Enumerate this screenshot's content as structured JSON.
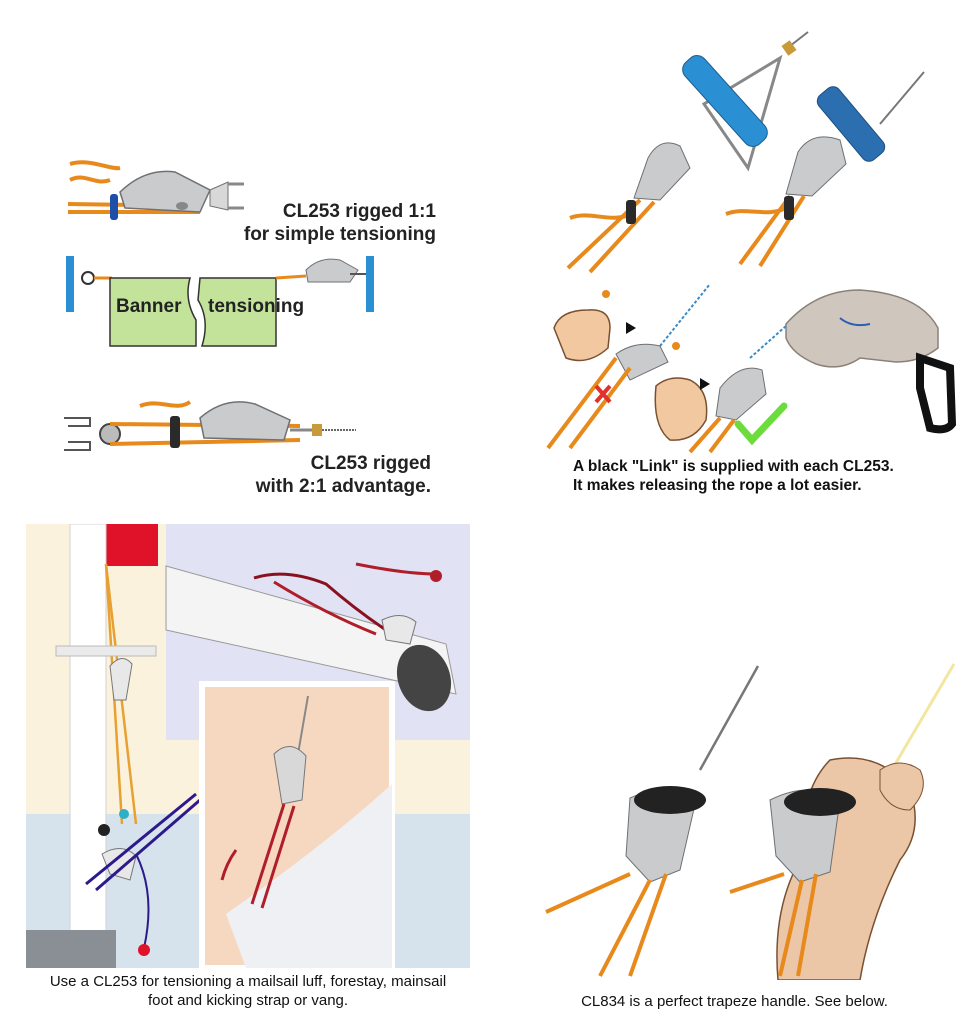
{
  "panel_top_left": {
    "caption_1_line1": "CL253 rigged 1:1",
    "caption_1_line2": "for simple tensioning",
    "banner_word_1": "Banner",
    "banner_word_2": "tensioning",
    "caption_2_line1": "CL253 rigged",
    "caption_2_line2": "with 2:1 advantage."
  },
  "panel_top_right": {
    "caption_line1": "A black \"Link\" is supplied with each CL253.",
    "caption_line2": "It makes releasing the rope a lot easier."
  },
  "panel_bottom_left": {
    "caption_line1": "Use a CL253 for tensioning a mailsail luff, forestay, mainsail",
    "caption_line2": "foot and kicking strap or vang."
  },
  "panel_bottom_right": {
    "caption": "CL834 is a perfect trapeze handle. See below."
  },
  "colors": {
    "rope_orange": "#e8891c",
    "handle_blue": "#2b8fd4",
    "banner_green": "#c4e39a",
    "rope_red": "#b01e2a",
    "rope_purple": "#2c1a8c",
    "check_green": "#6cdc3c",
    "cross_red": "#e0322a"
  }
}
